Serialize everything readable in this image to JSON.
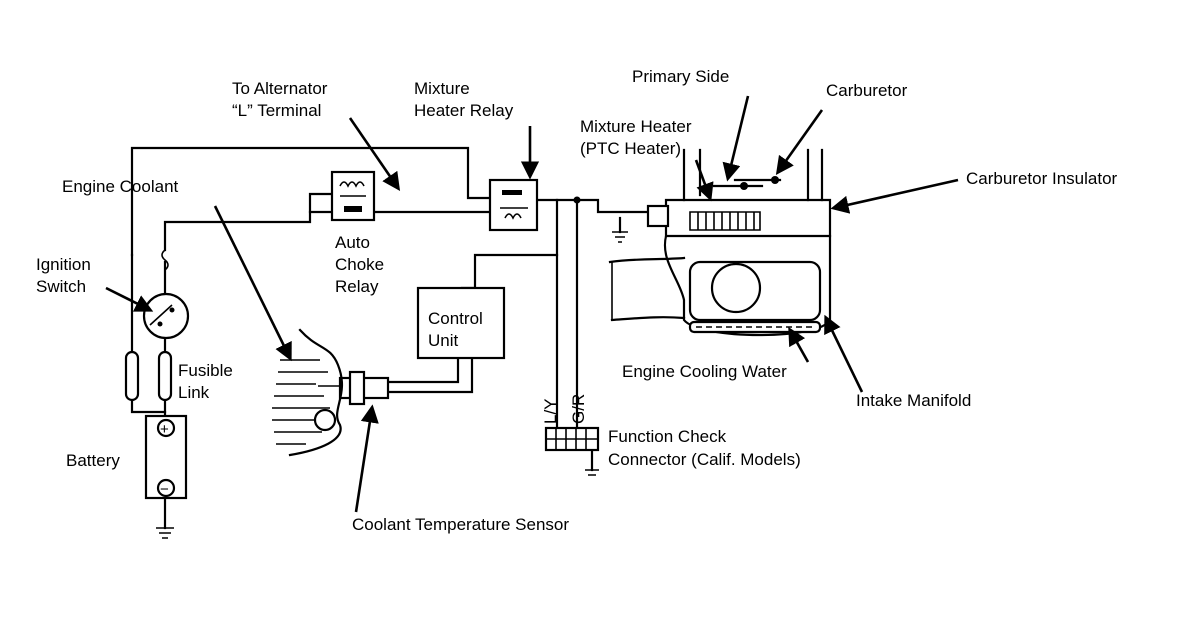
{
  "labels": {
    "to_alternator_1": "To Alternator",
    "to_alternator_2": "“L” Terminal",
    "mixture_relay_1": "Mixture",
    "mixture_relay_2": "Heater Relay",
    "primary_side": "Primary Side",
    "carburetor": "Carburetor",
    "mixture_heater_1": "Mixture Heater",
    "mixture_heater_2": "(PTC Heater)",
    "carb_insulator": "Carburetor Insulator",
    "engine_coolant": "Engine Coolant",
    "ignition_1": "Ignition",
    "ignition_2": "Switch",
    "auto_choke_1": "Auto",
    "auto_choke_2": "Choke",
    "auto_choke_3": "Relay",
    "control_1": "Control",
    "control_2": "Unit",
    "fusible_1": "Fusible",
    "fusible_2": "Link",
    "battery": "Battery",
    "wire_ly": "L/Y",
    "wire_gr": "G/R",
    "function_check_1": "Function Check",
    "function_check_2": "Connector (Calif. Models)",
    "engine_cooling_water": "Engine Cooling Water",
    "intake_manifold": "Intake Manifold",
    "coolant_temp_sensor": "Coolant Temperature Sensor",
    "battery_plus": "+",
    "battery_minus": "−"
  }
}
